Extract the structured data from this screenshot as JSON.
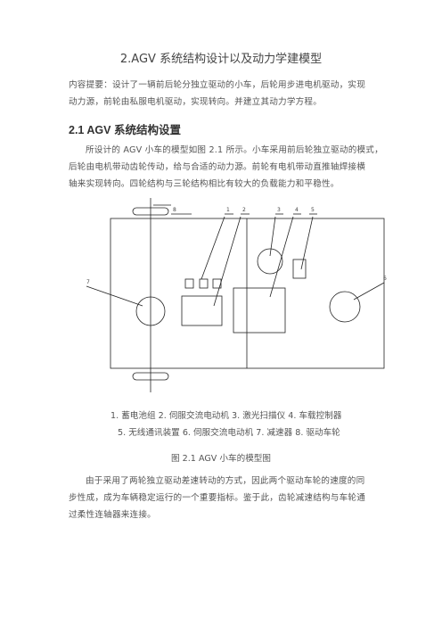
{
  "title": "2.AGV 系统结构设计以及动力学建模型",
  "summary": {
    "line1": "内容提要：设计了一辆前后轮分独立驱动的小车，后轮用步进电机驱动，实现",
    "line2": "动力源，前轮由私服电机驱动，实现转向。并建立其动力学方程。"
  },
  "section": {
    "heading": "2.1 AGV 系统结构设置",
    "para_lines": [
      "所设计的 AGV 小车的模型如图 2.1 所示。小车采用前后轮独立驱动的模式，",
      "后轮由电机带动齿轮传动，给与合适的动力源。前轮有电机带动直推轴焊接横",
      "轴来实现转向。四轮结构与三轮结构相比有较大的负载能力和平稳性。"
    ]
  },
  "figure": {
    "callouts": [
      "8",
      "1",
      "2",
      "3",
      "4",
      "5",
      "7",
      "6"
    ],
    "legend_line1": "1.   蓄电池组  2. 伺服交流电动机 3. 激光扫描仪 4. 车载控制器",
    "legend_line2": "5. 无线通讯装置  6. 伺服交流电动机  7. 减速器  8. 驱动车轮",
    "caption": "图 2.1 AGV 小车的模型图"
  },
  "after": {
    "lines": [
      "由于采用了两轮独立驱动差速转动的方式，因此两个驱动车轮的速度的同",
      "步性成，成为车辆稳定运行的一个重要指标。鉴于此，齿轮减速结构与车轮通",
      "过柔性连轴器来连接。"
    ]
  }
}
